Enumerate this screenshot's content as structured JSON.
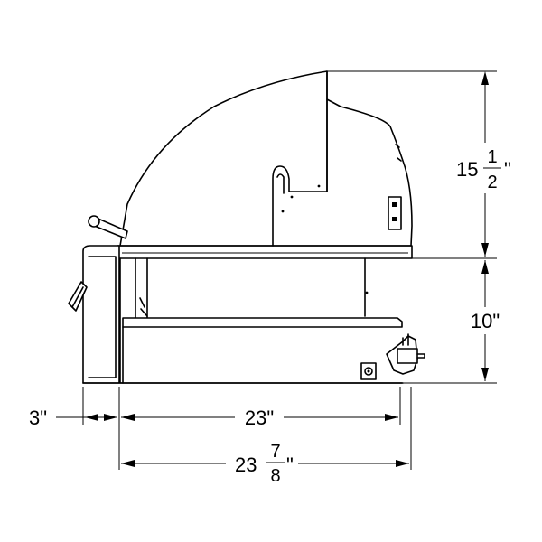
{
  "dimensions": {
    "height_upper": {
      "whole": "15",
      "num": "1",
      "den": "2",
      "unit": "\""
    },
    "height_lower": {
      "text": "10\""
    },
    "depth_front": {
      "text": "3\""
    },
    "depth_body": {
      "text": "23\""
    },
    "depth_total": {
      "whole": "23",
      "num": "7",
      "den": "8",
      "unit": "\""
    }
  }
}
